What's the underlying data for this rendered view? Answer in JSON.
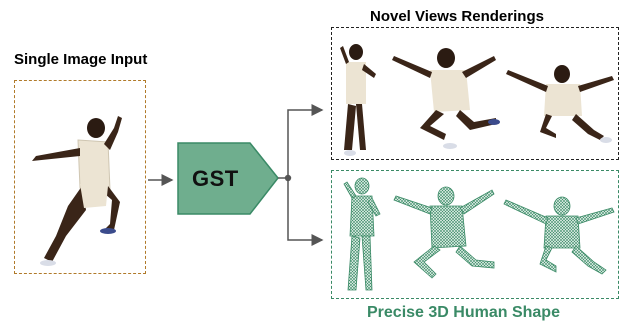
{
  "labels": {
    "input_title": "Single Image Input",
    "views_title": "Novel Views Renderings",
    "model_label": "GST",
    "shape_title": "Precise 3D Human Shape"
  },
  "colors": {
    "input_border": "#b07a2a",
    "gst_fill": "#6fae8e",
    "shape_accent": "#3a8a66",
    "arrow": "#555555"
  }
}
